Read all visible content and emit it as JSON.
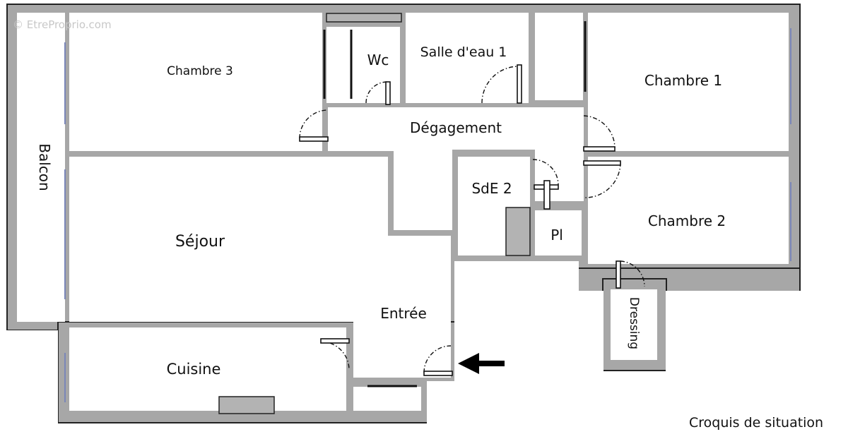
{
  "watermark": "© EtreProprio.com",
  "caption": "Croquis de situation",
  "rooms": {
    "balcon": "Balcon",
    "chambre3": "Chambre 3",
    "wc": "Wc",
    "salle_eau_1": "Salle d'eau 1",
    "chambre1": "Chambre 1",
    "degagement": "Dégagement",
    "sde2": "SdE 2",
    "pl": "Pl",
    "chambre2": "Chambre 2",
    "sejour": "Séjour",
    "entree": "Entrée",
    "dressing": "Dressing",
    "cuisine": "Cuisine"
  },
  "icons": {
    "entrance": "arrow-left-icon"
  }
}
